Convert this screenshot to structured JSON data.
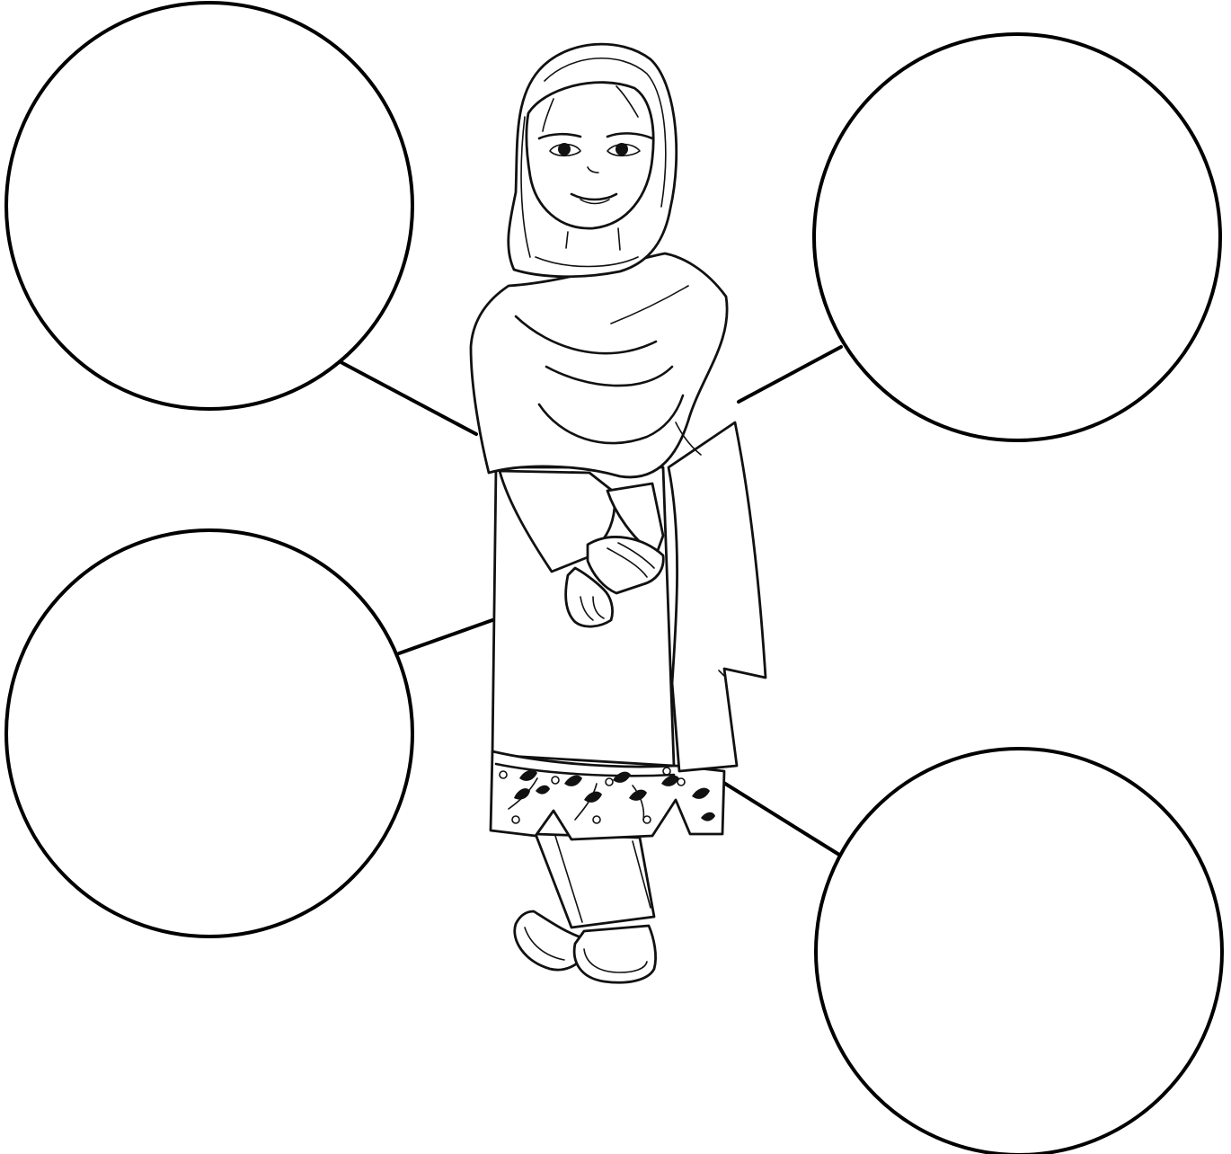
{
  "diagram": {
    "bubble_count": 4,
    "bubbles": [
      {
        "position": "top-left",
        "text": ""
      },
      {
        "position": "top-right",
        "text": ""
      },
      {
        "position": "bottom-left",
        "text": ""
      },
      {
        "position": "bottom-right",
        "text": ""
      }
    ],
    "center_figure": "girl-in-headscarf",
    "colors": {
      "stroke": "#000000",
      "background": "#ffffff"
    }
  }
}
